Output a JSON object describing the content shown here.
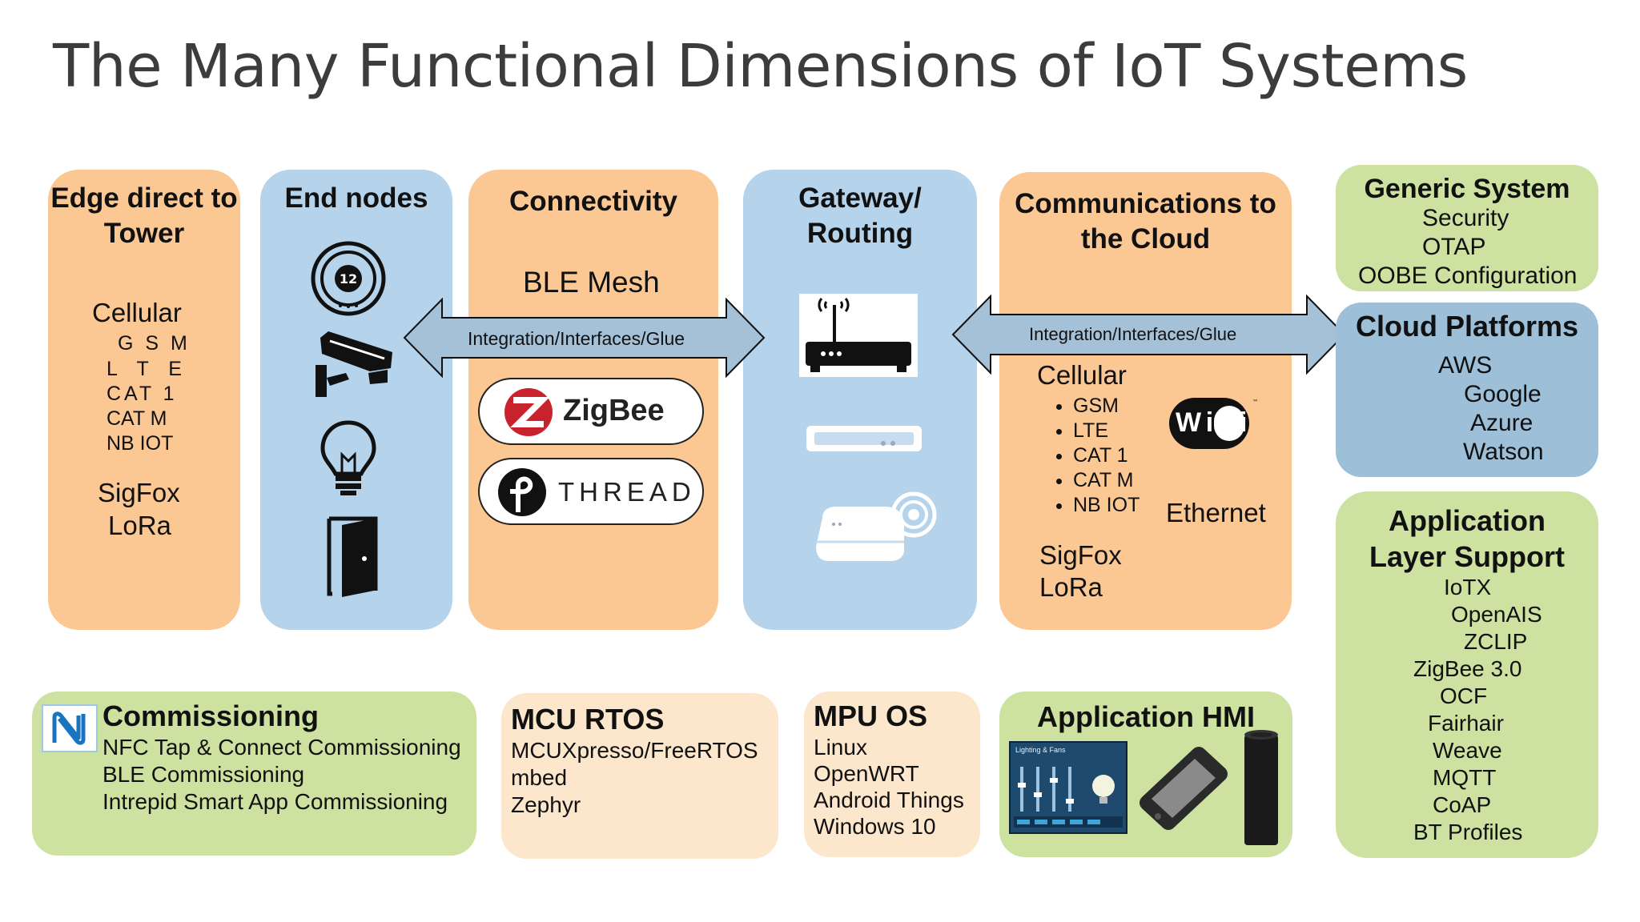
{
  "title": "The Many Functional Dimensions of IoT Systems",
  "edge": {
    "heading": "Edge direct to Tower",
    "cellular": "Cellular",
    "lines": [
      "G S M",
      "L T E",
      "CAT 1",
      "CAT M",
      "NB IOT"
    ],
    "sigfox": "SigFox",
    "lora": "LoRa"
  },
  "end_nodes": {
    "heading": "End nodes",
    "icons": [
      "thermostat-icon",
      "security-camera-icon",
      "light-bulb-icon",
      "door-icon"
    ]
  },
  "connectivity": {
    "heading": "Connectivity",
    "ble": "BLE Mesh",
    "zigbee": "ZigBee",
    "thread": "THREAD"
  },
  "arrows": {
    "left": "Integration/Interfaces/Glue",
    "right": "Integration/Interfaces/Glue"
  },
  "gateway": {
    "heading": "Gateway/ Routing",
    "icons": [
      "router-icon",
      "set-top-box-icon",
      "wireless-hub-icon"
    ]
  },
  "comms": {
    "heading": "Communications to the Cloud",
    "cellular": "Cellular",
    "bullets": [
      "GSM",
      "LTE",
      "CAT 1",
      "CAT M",
      "NB IOT"
    ],
    "wifi": "WiFi",
    "ethernet": "Ethernet",
    "sigfox": "SigFox",
    "lora": "LoRa"
  },
  "generic": {
    "heading": "Generic System",
    "items": [
      "Security",
      "OTAP",
      "OOBE Configuration"
    ]
  },
  "cloud": {
    "heading": "Cloud Platforms",
    "items": [
      "AWS",
      "Google",
      "Azure",
      "Watson"
    ]
  },
  "app_layer": {
    "heading": "Application Layer Support",
    "items": [
      "IoTX",
      "OpenAIS",
      "ZCLIP",
      "ZigBee 3.0",
      "OCF",
      "Fairhair",
      "Weave",
      "MQTT",
      "CoAP",
      "BT Profiles"
    ]
  },
  "commissioning": {
    "heading": "Commissioning",
    "items": [
      "NFC Tap & Connect Commissioning",
      "BLE Commissioning",
      "Intrepid Smart App Commissioning"
    ]
  },
  "mcu": {
    "heading": "MCU RTOS",
    "items": [
      "MCUXpresso/FreeRTOS",
      "mbed",
      "Zephyr"
    ]
  },
  "mpu": {
    "heading": "MPU OS",
    "items": [
      "Linux",
      "OpenWRT",
      "Android Things",
      "Windows 10"
    ]
  },
  "hmi": {
    "heading": "Application HMI",
    "screen_label": "Lighting & Fans"
  },
  "colors": {
    "orange": "#fbc894",
    "blue": "#b5d3ea",
    "green": "#cde2a0",
    "cream": "#fde7cc",
    "steel": "#9dbfd8"
  }
}
